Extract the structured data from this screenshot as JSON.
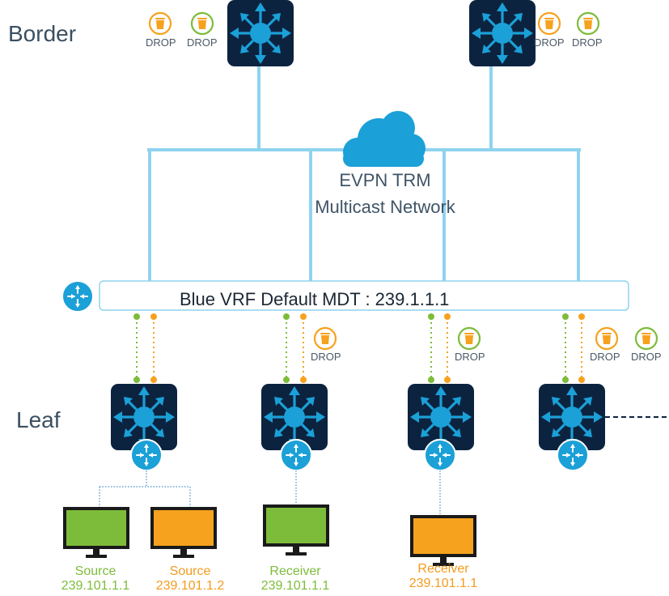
{
  "tiers": {
    "border": "Border",
    "leaf": "Leaf"
  },
  "cloud": {
    "line1": "EVPN TRM",
    "line2": "Multicast Network"
  },
  "vrf_bar": {
    "label": "Blue VRF Default MDT : 239.1.1.1"
  },
  "drop_label": "DROP",
  "drops": {
    "border_left": [
      "DROP",
      "DROP"
    ],
    "border_right": [
      "DROP",
      "DROP"
    ],
    "leaf2": "DROP",
    "leaf3": "DROP",
    "leaf4": [
      "DROP",
      "DROP"
    ]
  },
  "hosts": [
    {
      "role": "Source",
      "group": "239.101.1.1",
      "color": "#7dbc3a"
    },
    {
      "role": "Source",
      "group": "239.101.1.2",
      "color": "#f6a21e"
    },
    {
      "role": "Receiver",
      "group": "239.101.1.1",
      "color": "#7dbc3a"
    },
    {
      "role": "Receiver",
      "group": "239.101.1.1",
      "color": "#f6a21e"
    }
  ],
  "colors": {
    "link": "#8fd3ef",
    "switch_body": "#0c2340",
    "switch_icon": "#1ba0d7",
    "green": "#7dbc3a",
    "orange": "#f6a21e",
    "cloud": "#1ba0d7"
  },
  "icons": {
    "switch": "layer3-switch-icon",
    "router": "router-icon",
    "drop": "trash-bin-icon",
    "host": "monitor-icon",
    "cloud": "cloud-icon"
  }
}
